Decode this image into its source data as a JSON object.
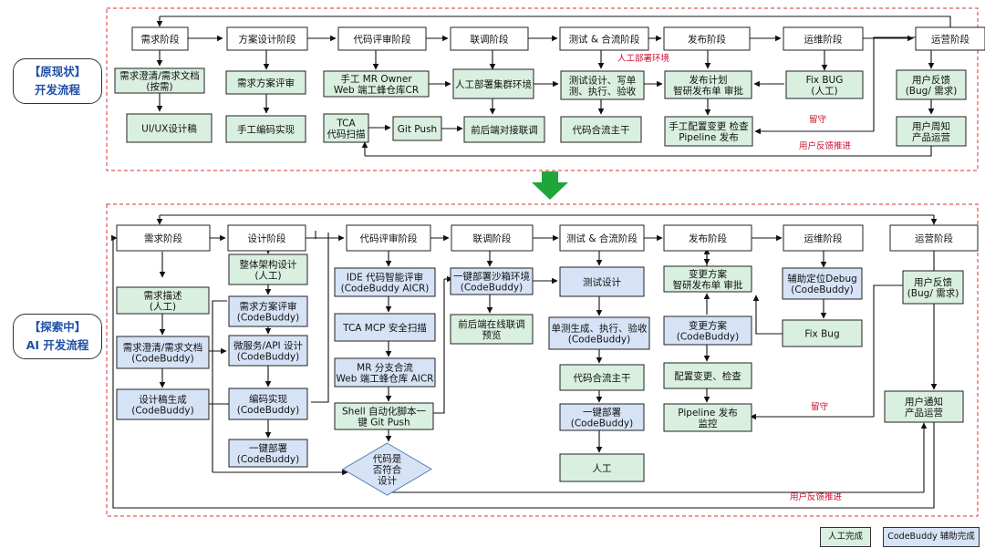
{
  "labels": {
    "current_title": "【原现状】",
    "current_subtitle": "开发流程",
    "ai_title": "【探索中】",
    "ai_subtitle": "AI 开发流程",
    "legend_human": "人工完成",
    "legend_assist": "CodeBuddy 辅助完成"
  },
  "colors": {
    "human": "#d9efe0",
    "assist": "#d6e3f6",
    "frame": "#d9302c",
    "down_arrow": "#1fa63a",
    "red_text": "#c8102e"
  },
  "top_nodes": [
    {
      "id": "t1",
      "lines": [
        "需求阶段"
      ],
      "type": "stage"
    },
    {
      "id": "t2",
      "lines": [
        "方案设计阶段"
      ],
      "type": "stage"
    },
    {
      "id": "t3",
      "lines": [
        "代码评审阶段"
      ],
      "type": "stage"
    },
    {
      "id": "t4",
      "lines": [
        "联调阶段"
      ],
      "type": "stage"
    },
    {
      "id": "t5",
      "lines": [
        "测试 & 合流阶段"
      ],
      "type": "stage"
    },
    {
      "id": "t6",
      "lines": [
        "发布阶段"
      ],
      "type": "stage"
    },
    {
      "id": "t7",
      "lines": [
        "运维阶段"
      ],
      "type": "stage"
    },
    {
      "id": "t8",
      "lines": [
        "运营阶段"
      ],
      "type": "stage"
    },
    {
      "id": "t9",
      "lines": [
        "需求澄清/需求文档",
        "(按需)"
      ],
      "type": "human"
    },
    {
      "id": "t10",
      "lines": [
        "UI/UX设计稿"
      ],
      "type": "human"
    },
    {
      "id": "t11",
      "lines": [
        "需求方案评审"
      ],
      "type": "human"
    },
    {
      "id": "t12",
      "lines": [
        "手工编码实现"
      ],
      "type": "human"
    },
    {
      "id": "t13",
      "lines": [
        "手工 MR  Owner",
        "Web 端工蜂仓库CR"
      ],
      "type": "human"
    },
    {
      "id": "t14",
      "lines": [
        "TCA",
        "代码扫描"
      ],
      "type": "human"
    },
    {
      "id": "t15",
      "lines": [
        "Git Push"
      ],
      "type": "human"
    },
    {
      "id": "t16",
      "lines": [
        "人工部署集群环境"
      ],
      "type": "human"
    },
    {
      "id": "t17",
      "lines": [
        "前后端对接联调"
      ],
      "type": "human"
    },
    {
      "id": "t18",
      "lines": [
        "测试设计、写单",
        "测、执行、验收"
      ],
      "type": "human"
    },
    {
      "id": "t19",
      "lines": [
        "代码合流主干"
      ],
      "type": "human"
    },
    {
      "id": "t20",
      "lines": [
        "发布计划",
        "智研发布单 审批"
      ],
      "type": "human"
    },
    {
      "id": "t21",
      "lines": [
        "手工配置变更 检查",
        "Pipeline 发布"
      ],
      "type": "human"
    },
    {
      "id": "t22",
      "lines": [
        "Fix BUG",
        "(人工)"
      ],
      "type": "human"
    },
    {
      "id": "t23",
      "lines": [
        "用户反馈",
        "(Bug/ 需求)"
      ],
      "type": "human"
    },
    {
      "id": "t24",
      "lines": [
        "用户周知",
        "产品运营"
      ],
      "type": "human"
    }
  ],
  "top_notes": [
    "人工部署环境",
    "留守",
    "用户反馈推进"
  ],
  "bottom_nodes": [
    {
      "id": "b1",
      "lines": [
        "需求阶段"
      ],
      "type": "stage"
    },
    {
      "id": "b2",
      "lines": [
        "设计阶段"
      ],
      "type": "stage"
    },
    {
      "id": "b3",
      "lines": [
        "代码评审阶段"
      ],
      "type": "stage"
    },
    {
      "id": "b4",
      "lines": [
        "联调阶段"
      ],
      "type": "stage"
    },
    {
      "id": "b5",
      "lines": [
        "测试 & 合流阶段"
      ],
      "type": "stage"
    },
    {
      "id": "b6",
      "lines": [
        "发布阶段"
      ],
      "type": "stage"
    },
    {
      "id": "b7",
      "lines": [
        "运维阶段"
      ],
      "type": "stage"
    },
    {
      "id": "b8",
      "lines": [
        "运营阶段"
      ],
      "type": "stage"
    },
    {
      "id": "b9",
      "lines": [
        "需求描述",
        "(人工)"
      ],
      "type": "human"
    },
    {
      "id": "b10",
      "lines": [
        "需求澄清/需求文档",
        "(CodeBuddy)"
      ],
      "type": "assist"
    },
    {
      "id": "b11",
      "lines": [
        "设计稿生成",
        "(CodeBuddy)"
      ],
      "type": "assist"
    },
    {
      "id": "b12",
      "lines": [
        "整体架构设计",
        "(人工)"
      ],
      "type": "human"
    },
    {
      "id": "b13",
      "lines": [
        "需求方案评审",
        "(CodeBuddy)"
      ],
      "type": "assist"
    },
    {
      "id": "b14",
      "lines": [
        "微服务/API 设计",
        "(CodeBuddy)"
      ],
      "type": "assist"
    },
    {
      "id": "b15",
      "lines": [
        "编码实现",
        "(CodeBuddy)"
      ],
      "type": "assist"
    },
    {
      "id": "b16",
      "lines": [
        "一键部署",
        "(CodeBuddy)"
      ],
      "type": "assist"
    },
    {
      "id": "b17",
      "lines": [
        "IDE 代码智能评审",
        "(CodeBuddy AICR)"
      ],
      "type": "assist"
    },
    {
      "id": "b18",
      "lines": [
        "TCA MCP 安全扫描"
      ],
      "type": "assist"
    },
    {
      "id": "b19",
      "lines": [
        "MR 分支合流",
        "Web 端工蜂仓库 AICR"
      ],
      "type": "assist"
    },
    {
      "id": "b20",
      "lines": [
        "Shell 自动化脚本一",
        "键 Git  Push"
      ],
      "type": "human"
    },
    {
      "id": "b21",
      "lines": [
        "代码是",
        "否符合",
        "设计"
      ],
      "type": "diamond"
    },
    {
      "id": "b22",
      "lines": [
        "一键部署沙箱环境",
        "(CodeBuddy)"
      ],
      "type": "assist"
    },
    {
      "id": "b23",
      "lines": [
        "前后端在线联调",
        "预览"
      ],
      "type": "human"
    },
    {
      "id": "b24",
      "lines": [
        "测试设计"
      ],
      "type": "assist"
    },
    {
      "id": "b25",
      "lines": [
        "单测生成、执行、验收",
        "(CodeBuddy)"
      ],
      "type": "assist"
    },
    {
      "id": "b26",
      "lines": [
        "代码合流主干"
      ],
      "type": "human"
    },
    {
      "id": "b27",
      "lines": [
        "一键部署",
        "(CodeBuddy)"
      ],
      "type": "assist"
    },
    {
      "id": "b28",
      "lines": [
        "人工"
      ],
      "type": "human"
    },
    {
      "id": "b29",
      "lines": [
        "变更方案",
        "智研发布单 审批"
      ],
      "type": "human"
    },
    {
      "id": "b30",
      "lines": [
        "变更方案",
        "(CodeBuddy)"
      ],
      "type": "assist"
    },
    {
      "id": "b31",
      "lines": [
        "配置变更、检查"
      ],
      "type": "human"
    },
    {
      "id": "b32",
      "lines": [
        "Pipeline 发布",
        "监控"
      ],
      "type": "human"
    },
    {
      "id": "b33",
      "lines": [
        "辅助定位Debug",
        "(CodeBuddy)"
      ],
      "type": "assist"
    },
    {
      "id": "b34",
      "lines": [
        "Fix Bug"
      ],
      "type": "human"
    },
    {
      "id": "b35",
      "lines": [
        "用户反馈",
        "(Bug/ 需求)"
      ],
      "type": "human"
    },
    {
      "id": "b36",
      "lines": [
        "用户通知",
        "产品运营"
      ],
      "type": "human"
    }
  ],
  "bottom_notes": [
    "留守",
    "用户反馈推进"
  ]
}
